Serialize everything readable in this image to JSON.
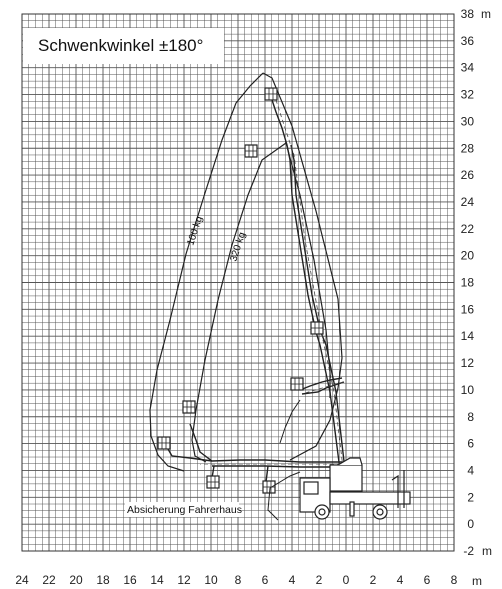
{
  "diagram": {
    "title": "Schwenkwinkel ±180°",
    "note": "Absicherung Fahrerhaus",
    "units": {
      "x": "m",
      "y": "m"
    },
    "x_axis": {
      "ticks": [
        "24",
        "22",
        "20",
        "18",
        "16",
        "14",
        "12",
        "10",
        "8",
        "6",
        "4",
        "2",
        "0",
        "2",
        "4",
        "6",
        "8"
      ],
      "range": [
        -24,
        8
      ]
    },
    "y_axis": {
      "ticks": [
        "38",
        "36",
        "34",
        "32",
        "30",
        "28",
        "26",
        "24",
        "22",
        "20",
        "18",
        "16",
        "14",
        "12",
        "10",
        "8",
        "6",
        "4",
        "2",
        "0",
        "-2"
      ],
      "range": [
        -2,
        38
      ]
    },
    "curves": [
      {
        "label": "100 kg"
      },
      {
        "label": "320 kg"
      }
    ],
    "colors": {
      "grid": "#555555",
      "line": "#222222",
      "background": "#ffffff"
    }
  }
}
